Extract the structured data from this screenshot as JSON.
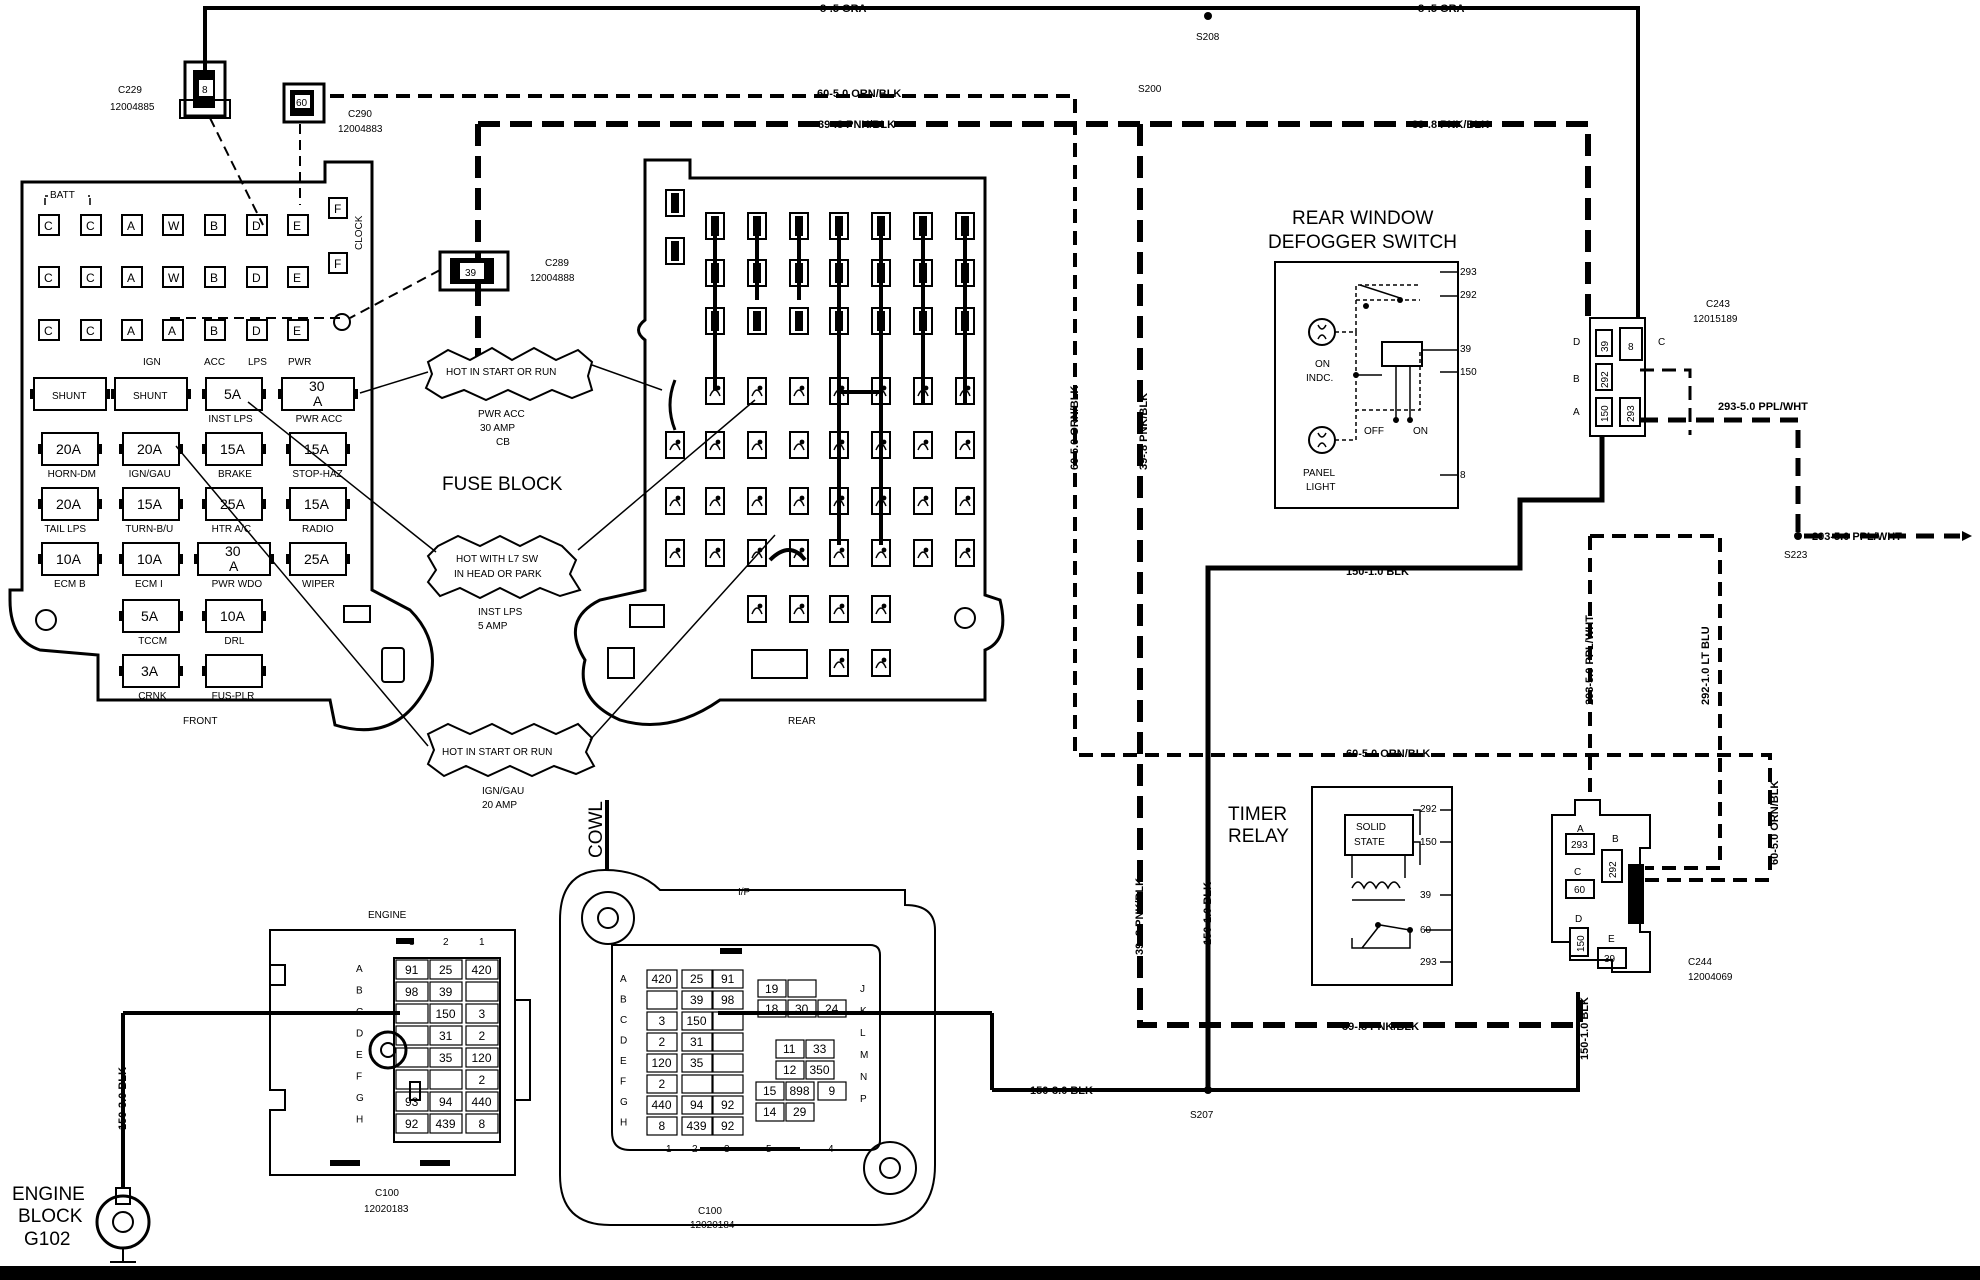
{
  "wires": {
    "w8_top_left": "8-.5 GRA",
    "w8_top_right": "8-.5 GRA",
    "w60_top": "60-5.0 ORN/BLK",
    "w39_top_left": "39-.8 PNK/BLK",
    "w39_top_right": "39-.8 PNK/BLK",
    "w60_vert": "60-5.0 ORN/BLK",
    "w39_vert": "39-.8 PNK/BLK",
    "w150_mid": "150-1.0 BLK",
    "w293_right": "293-5.0 PPL/WHT",
    "w293_far": "293-5.0 PPL/WHT",
    "w293_vert": "293-5.0 PPL/WHT",
    "w292_vert": "292-1.0 LT BLU",
    "w60_lower": "60-5.0 ORN/BLK",
    "w60_right_vert": "60-5.0 ORN/BLK",
    "w39_lower_vert": "39-.8 PNK/BLK",
    "w150_lower_vert": "150-1.0 BLK",
    "w39_bottom": "39-.8 PNK/BLK",
    "w150_c244": "150-1.0 BLK",
    "w150_bottom": "150-3.0 BLK",
    "w150_ground": "150-3.0 BLK"
  },
  "splices": {
    "s208": "S208",
    "s200": "S200",
    "s223": "S223",
    "s207": "S207"
  },
  "connectors": {
    "c229": {
      "name": "C229",
      "part": "12004885",
      "pin": "8"
    },
    "c290": {
      "name": "C290",
      "part": "12004883",
      "pin": "60"
    },
    "c289": {
      "name": "C289",
      "part": "12004888",
      "pin": "39"
    },
    "c243": {
      "name": "C243",
      "part": "12015189",
      "pins": [
        "39",
        "8",
        "292",
        "150",
        "293"
      ],
      "letters": [
        "D",
        "C",
        "B",
        "A"
      ]
    },
    "c244": {
      "name": "C244",
      "part": "12004069",
      "pins": [
        "293",
        "292",
        "60",
        "150",
        "39"
      ],
      "letters": [
        "A",
        "B",
        "C",
        "D",
        "E"
      ]
    },
    "c100_engine": {
      "name": "C100",
      "part": "12020183",
      "title": "ENGINE"
    },
    "c100_ip": {
      "name": "C100",
      "part": "12020184",
      "title": "I/P"
    }
  },
  "fuse_block": {
    "title": "FUSE BLOCK",
    "front_label": "FRONT",
    "rear_label": "REAR",
    "batt_label": "BATT",
    "clock_label": "CLOCK",
    "f_letter": "F",
    "row_letters": [
      [
        "C",
        "C",
        "A",
        "W",
        "B",
        "D",
        "E"
      ],
      [
        "C",
        "C",
        "A",
        "W",
        "B",
        "D",
        "E"
      ],
      [
        "C",
        "C",
        "A",
        "A",
        "B",
        "D",
        "E"
      ]
    ],
    "row3_labels": [
      "IGN",
      "ACC",
      "LPS",
      "PWR"
    ],
    "fuses": [
      {
        "val": "SHUNT",
        "lbl": ""
      },
      {
        "val": "SHUNT",
        "lbl": ""
      },
      {
        "val": "5A",
        "lbl": "INST LPS"
      },
      {
        "val": "30\nA",
        "lbl": "PWR ACC"
      },
      {
        "val": "20A",
        "lbl": "HORN-DM"
      },
      {
        "val": "20A",
        "lbl": "IGN/GAU"
      },
      {
        "val": "15A",
        "lbl": "BRAKE"
      },
      {
        "val": "15A",
        "lbl": "STOP-HAZ"
      },
      {
        "val": "20A",
        "lbl": "TAIL LPS"
      },
      {
        "val": "15A",
        "lbl": "TURN-B/U"
      },
      {
        "val": "25A",
        "lbl": "HTR A/C"
      },
      {
        "val": "15A",
        "lbl": "RADIO"
      },
      {
        "val": "10A",
        "lbl": "ECM B"
      },
      {
        "val": "10A",
        "lbl": "ECM I"
      },
      {
        "val": "30\nA",
        "lbl": "PWR WDO"
      },
      {
        "val": "25A",
        "lbl": "WIPER"
      },
      {
        "val": "5A",
        "lbl": "TCCM"
      },
      {
        "val": "10A",
        "lbl": "DRL"
      },
      {
        "val": "3A",
        "lbl": "CRNK"
      },
      {
        "val": "",
        "lbl": "FUS-PLR"
      }
    ]
  },
  "callouts": {
    "hot_start_run": "HOT IN START OR RUN",
    "pwr_acc": [
      "PWR ACC",
      "30 AMP",
      "CB"
    ],
    "hot_l7_1": "HOT WITH L7 SW",
    "hot_l7_2": "IN HEAD OR PARK",
    "inst_lps": [
      "INST LPS",
      "5 AMP"
    ],
    "hot_start_run_2": "HOT IN START OR RUN",
    "ign_gau": [
      "IGN/GAU",
      "20 AMP"
    ]
  },
  "defogger": {
    "title1": "REAR WINDOW",
    "title2": "DEFOGGER SWITCH",
    "on_indc": [
      "ON",
      "INDC."
    ],
    "panel_light": [
      "PANEL",
      "LIGHT"
    ],
    "off": "OFF",
    "on": "ON",
    "pins": [
      "293",
      "292",
      "39",
      "150",
      "8"
    ]
  },
  "timer_relay": {
    "title1": "TIMER",
    "title2": "RELAY",
    "solid_state": [
      "SOLID",
      "STATE"
    ],
    "pins": [
      "292",
      "150",
      "39",
      "60",
      "293"
    ]
  },
  "cowl": "COWL",
  "ground": [
    "ENGINE",
    "BLOCK",
    "G102"
  ],
  "engine_grid": {
    "cols": [
      "3",
      "2",
      "1"
    ],
    "rows": [
      "A",
      "B",
      "C",
      "D",
      "E",
      "F",
      "G",
      "H"
    ],
    "cells": [
      [
        "91",
        "25",
        "420"
      ],
      [
        "98",
        "39",
        ""
      ],
      [
        "",
        "150",
        "3"
      ],
      [
        "",
        "31",
        "2"
      ],
      [
        "",
        "35",
        "120"
      ],
      [
        "",
        "",
        "2"
      ],
      [
        "93",
        "94",
        "440"
      ],
      [
        "92",
        "439",
        "8"
      ]
    ]
  },
  "ip_grid": {
    "rows_left": [
      "A",
      "B",
      "C",
      "D",
      "E",
      "F",
      "G",
      "H"
    ],
    "rows_right": [
      "J",
      "K",
      "L",
      "M",
      "N",
      "P"
    ],
    "left_cells": [
      [
        "420",
        "25",
        "91"
      ],
      [
        "",
        "39",
        "98"
      ],
      [
        "3",
        "150",
        ""
      ],
      [
        "2",
        "31",
        ""
      ],
      [
        "120",
        "35",
        ""
      ],
      [
        "2",
        "",
        ""
      ],
      [
        "440",
        "94",
        "92"
      ],
      [
        "8",
        "439",
        "92"
      ]
    ],
    "mid_cells": [
      [
        "19",
        ""
      ],
      [
        "18",
        "30",
        "24"
      ]
    ],
    "right_cells": [
      [
        "11",
        "33"
      ],
      [
        "12",
        "350"
      ],
      [
        "15",
        "898",
        "9"
      ],
      [
        "14",
        "29"
      ]
    ],
    "bottom_nums": [
      "1",
      "2",
      "3",
      "5",
      "4"
    ]
  }
}
